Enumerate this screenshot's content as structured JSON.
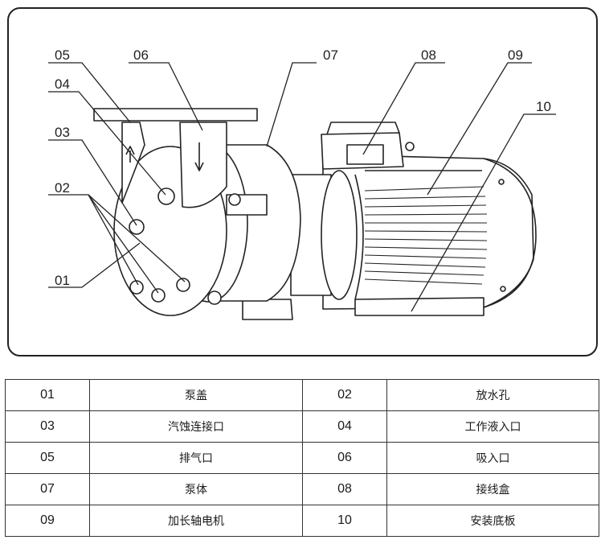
{
  "callouts": [
    "01",
    "02",
    "03",
    "04",
    "05",
    "06",
    "07",
    "08",
    "09",
    "10"
  ],
  "parts": [
    [
      {
        "code": "01",
        "name": "泵盖"
      },
      {
        "code": "02",
        "name": "放水孔"
      }
    ],
    [
      {
        "code": "03",
        "name": "汽蚀连接口"
      },
      {
        "code": "04",
        "name": "工作液入口"
      }
    ],
    [
      {
        "code": "05",
        "name": "排气口"
      },
      {
        "code": "06",
        "name": "吸入口"
      }
    ],
    [
      {
        "code": "07",
        "name": "泵体"
      },
      {
        "code": "08",
        "name": "接线盒"
      }
    ],
    [
      {
        "code": "09",
        "name": "加长轴电机"
      },
      {
        "code": "10",
        "name": "安装底板"
      }
    ]
  ]
}
